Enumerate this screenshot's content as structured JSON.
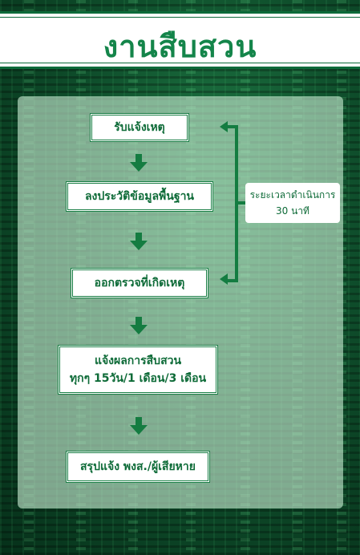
{
  "header": {
    "title": "งานสืบสวน"
  },
  "flow": {
    "steps": [
      "รับแจ้งเหตุ",
      "ลงประวัติข้อมูลพื้นฐาน",
      "ออกตรวจที่เกิดเหตุ",
      "แจ้งผลการสืบสวน\nทุกๆ 15วัน/1 เดือน/3 เดือน",
      "สรุปแจ้ง  พงส./ผู้เสียหาย"
    ]
  },
  "note": {
    "line1": "ระยะเวลาดำเนินการ",
    "line2": "30 นาที"
  },
  "colors": {
    "accent": "#147c41",
    "title": "#14854a",
    "panel": "#c8ebd2"
  }
}
